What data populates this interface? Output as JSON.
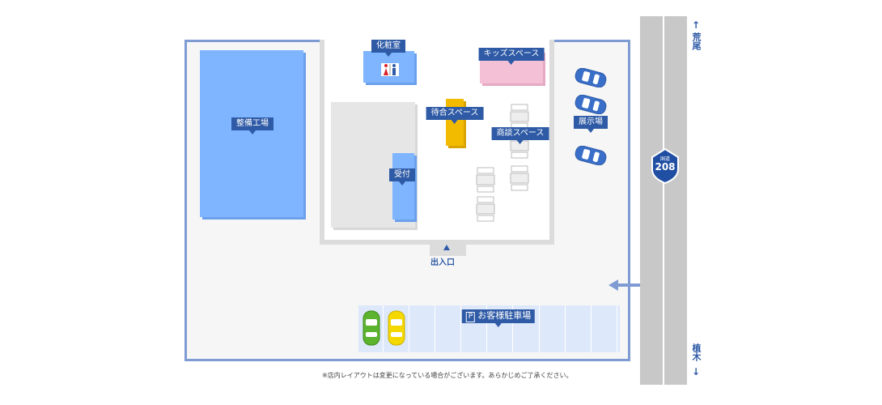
{
  "map": {
    "rooms": {
      "maintenance": "整備工場",
      "restroom": "化粧室",
      "kids": "キッズスペース",
      "waiting": "待合スペース",
      "reception": "受付",
      "consultation": "商談スペース",
      "showroom": "展示場"
    },
    "entrance": "出入口",
    "parking": {
      "icon": "P",
      "label": "お客様駐車場"
    },
    "route": {
      "shield_top": "国道",
      "shield_number": "208"
    },
    "directions": {
      "north": "荒尾",
      "south": "植木"
    },
    "note": "※店内レイアウトは変更になっている場合がございます。あらかじめご了承ください。",
    "colors": {
      "site_border": "#7f9bd3",
      "room_blue": "#7fb4ff",
      "label": "#2e5aa6",
      "kids_pink": "#f3c0d6",
      "waiting_yellow": "#f2bb00"
    }
  }
}
